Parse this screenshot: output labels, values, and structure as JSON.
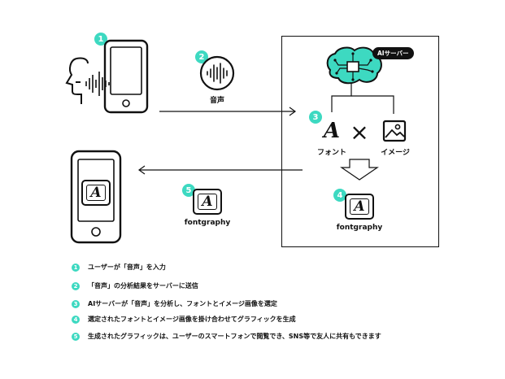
{
  "badges": [
    "1",
    "2",
    "3",
    "4",
    "5"
  ],
  "voice_label": "音声",
  "server_tag": "AIサーバー",
  "font_label": "フォント",
  "image_label": "イメージ",
  "brand_glyph": "A",
  "fontgraphy_label": "fontgraphy",
  "times": "×",
  "steps": [
    {
      "num": "1",
      "text": "ユーザーが「音声」を入力"
    },
    {
      "num": "2",
      "text": "「音声」の分析結果をサーバーに送信"
    },
    {
      "num": "3",
      "text": "AIサーバーが「音声」を分析し、フォントとイメージ画像を選定"
    },
    {
      "num": "4",
      "text": "選定されたフォントとイメージ画像を掛け合わせてグラフィックを生成"
    },
    {
      "num": "5",
      "text": "生成されたグラフィックは、ユーザーのスマートフォンで閲覧でき、SNS等で友人に共有もできます"
    }
  ],
  "colors": {
    "accent": "#3dd9c1",
    "ink": "#111111"
  }
}
